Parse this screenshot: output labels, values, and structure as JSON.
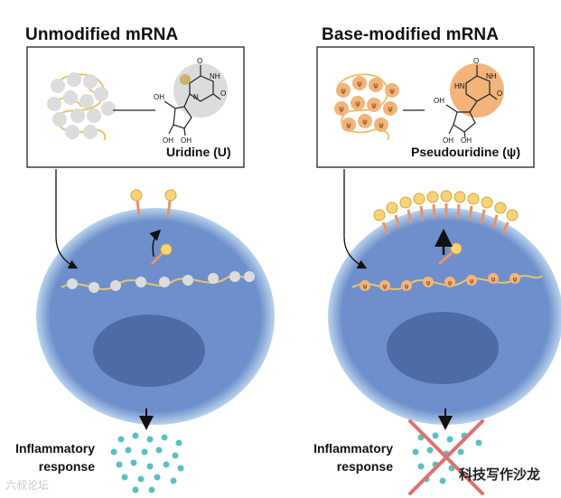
{
  "titles": {
    "left": "Unmodified mRNA",
    "right": "Base-modified mRNA"
  },
  "nucleosides": {
    "left": "Uridine (U)",
    "right": "Pseudouridine (ψ)"
  },
  "inflammatory": {
    "left": "Inflammatory\nresponse",
    "right": "Inflammatory\nresponse"
  },
  "pseudo_symbol": "ψ",
  "atoms": {
    "O": "O",
    "N": "N",
    "NH": "NH",
    "HN": "HN",
    "OH": "OH"
  },
  "watermark": {
    "left": "六叔论坛",
    "right": "科技写作沙龙"
  },
  "colors": {
    "cell": "#6e8fcb",
    "cell_membrane": "#b9d3ec",
    "nucleus": "#4d6ba6",
    "receptor_stalk": "#e8926a",
    "receptor_head": "#f6d37a",
    "mrna_strand": "#e9c46a",
    "uridine_bead": "#dcdcdc",
    "pseudouridine_bead": "#f2b47a",
    "cytokine": "#5bc0c0",
    "cross": "#e07070"
  }
}
